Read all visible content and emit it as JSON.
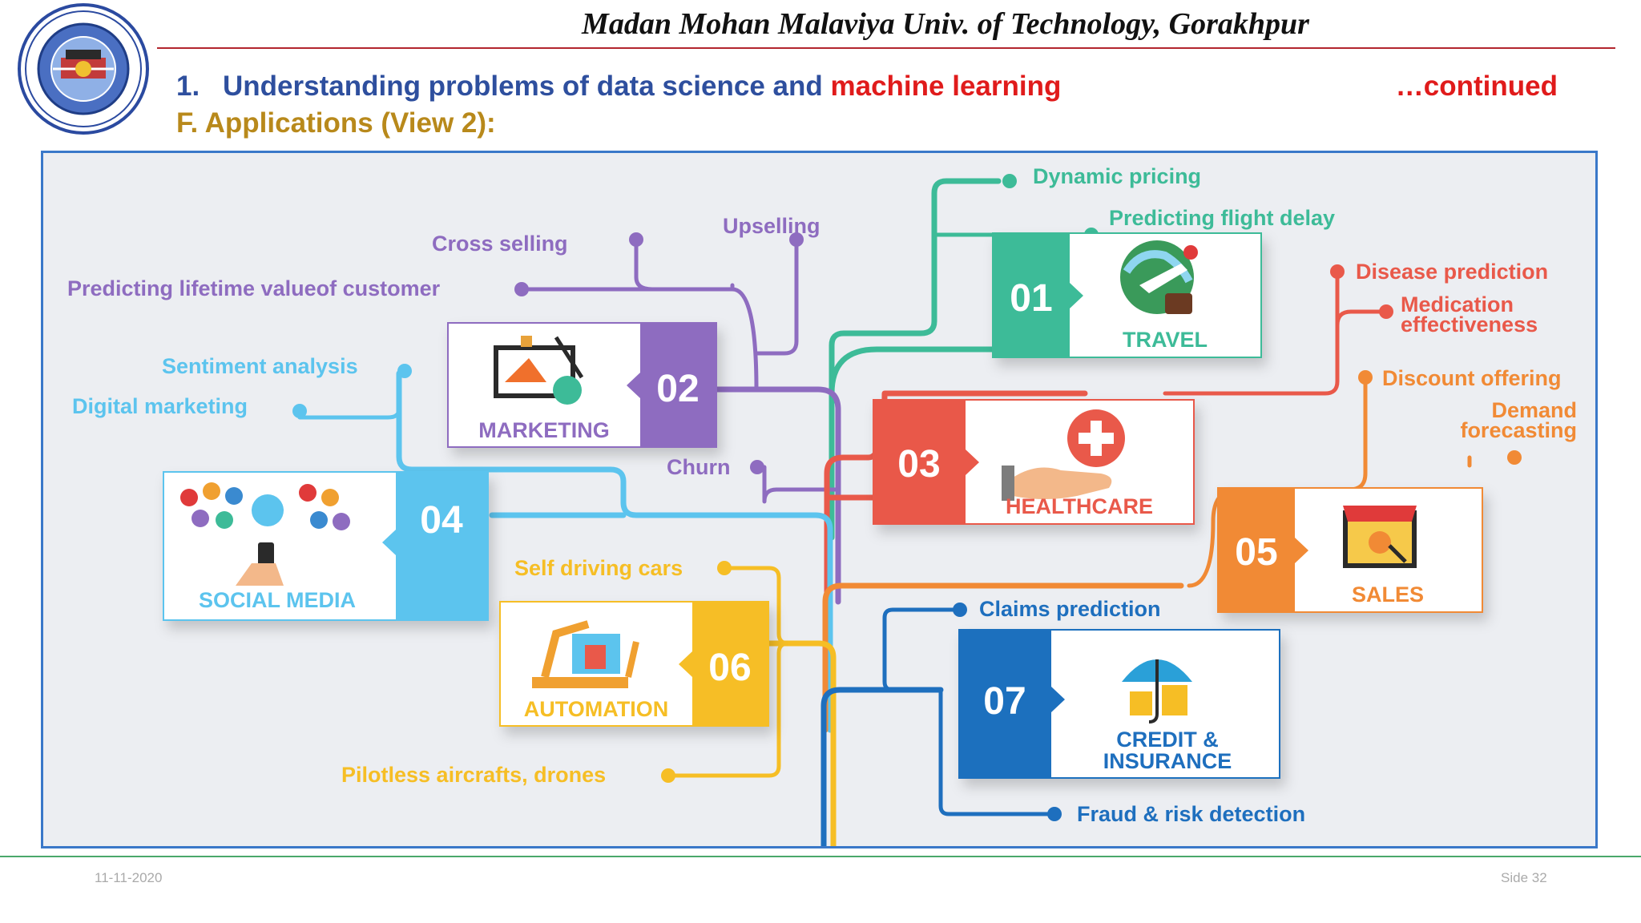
{
  "header": {
    "university": "Madan Mohan Malaviya Univ. of Technology, Gorakhpur",
    "heading_number": "1.",
    "heading_part1": "Understanding problems of data science and",
    "heading_part2": "machine learning",
    "continued": "…continued",
    "subheading": "F. Applications (View 2):"
  },
  "footer": {
    "date": "11-11-2020",
    "slide": "Side 32"
  },
  "colors": {
    "travel": "#3dbb98",
    "marketing": "#8e6cc0",
    "healthcare": "#e9594a",
    "social_media": "#5cc4ee",
    "sales": "#f18a35",
    "automation": "#f6be25",
    "credit_insurance": "#1e6fbe"
  },
  "diagram": {
    "cards": [
      {
        "number": "01",
        "title": "TRAVEL",
        "icon": "globe-airplane-icon",
        "color": "#3dbb98"
      },
      {
        "number": "02",
        "title": "MARKETING",
        "icon": "monitor-marketing-icon",
        "color": "#8e6cc0"
      },
      {
        "number": "03",
        "title": "HEALTHCARE",
        "icon": "hand-red-cross-icon",
        "color": "#e9594a"
      },
      {
        "number": "04",
        "title": "SOCIAL MEDIA",
        "icon": "people-network-icon",
        "color": "#5cc4ee"
      },
      {
        "number": "05",
        "title": "SALES",
        "icon": "storefront-icon",
        "color": "#f18a35"
      },
      {
        "number": "06",
        "title": "AUTOMATION",
        "icon": "robot-arm-icon",
        "color": "#f6be25"
      },
      {
        "number": "07",
        "title_line1": "CREDIT &",
        "title_line2": "INSURANCE",
        "icon": "umbrella-coins-icon",
        "color": "#1e6fbe"
      }
    ],
    "labels": {
      "dynamic_pricing": "Dynamic pricing",
      "predicting_flight_delay": "Predicting flight delay",
      "cross_selling": "Cross selling",
      "upselling": "Upselling",
      "lifetime_value": "Predicting lifetime valueof customer",
      "sentiment_analysis": "Sentiment analysis",
      "digital_marketing": "Digital marketing",
      "churn": "Churn",
      "disease_prediction": "Disease prediction",
      "medication_1": "Medication",
      "medication_2": "effectiveness",
      "discount_offering": "Discount offering",
      "demand_1": "Demand",
      "demand_2": "forecasting",
      "self_driving_cars": "Self driving cars",
      "pilotless_aircrafts": "Pilotless aircrafts, drones",
      "claims_prediction": "Claims prediction",
      "fraud_detection": "Fraud & risk detection"
    }
  }
}
